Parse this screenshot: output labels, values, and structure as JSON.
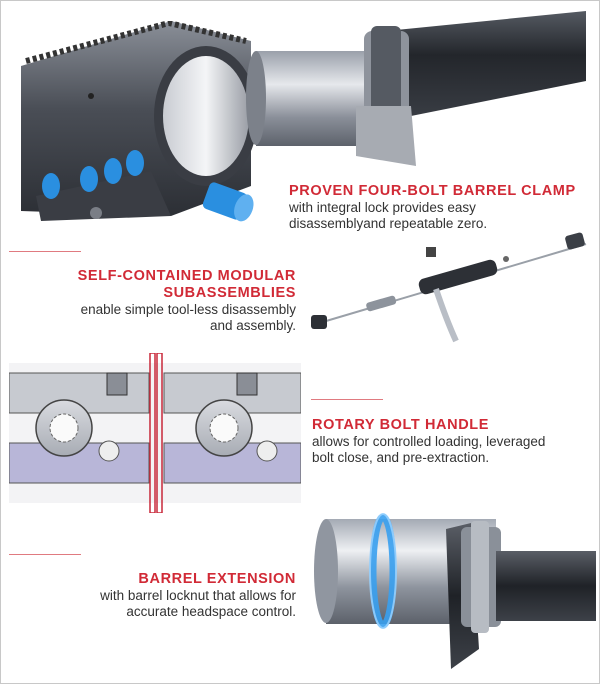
{
  "features": [
    {
      "title": "PROVEN FOUR-BOLT BARREL CLAMP",
      "desc_lines": [
        "with integral lock provides easy",
        "disassemblyand repeatable zero."
      ]
    },
    {
      "title_lines": [
        "SELF-CONTAINED MODULAR",
        "SUBASSEMBLIES"
      ],
      "desc_lines": [
        "enable simple tool-less disassembly",
        "and assembly."
      ]
    },
    {
      "title": "ROTARY BOLT HANDLE",
      "desc_lines": [
        "allows for controlled loading, leveraged",
        "bolt close, and pre-extraction."
      ]
    },
    {
      "title": "BARREL EXTENSION",
      "desc_lines": [
        "with barrel locknut that allows for",
        "accurate headspace control."
      ]
    }
  ],
  "colors": {
    "accent": "#d12a36",
    "highlight": "#2a8fe0",
    "metal": "#6b6f78"
  }
}
